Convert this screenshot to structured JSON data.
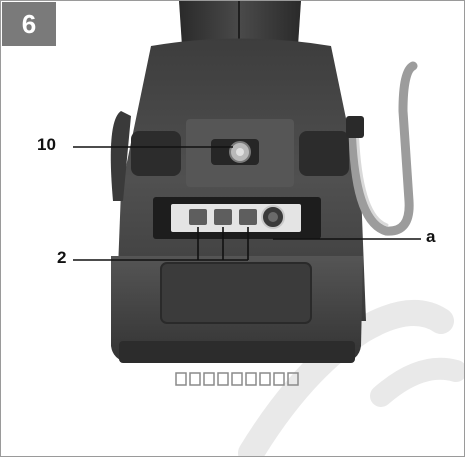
{
  "figure": {
    "number": "6"
  },
  "callouts": {
    "item_10": "10",
    "item_2": "2",
    "item_a": "a"
  },
  "colors": {
    "badge_bg": "#7a7a7a",
    "tool_body": "#4a4a4a",
    "tool_dark": "#2b2b2b",
    "watermark": "#e9e9e9"
  },
  "indicator": {
    "led_count": 3
  }
}
